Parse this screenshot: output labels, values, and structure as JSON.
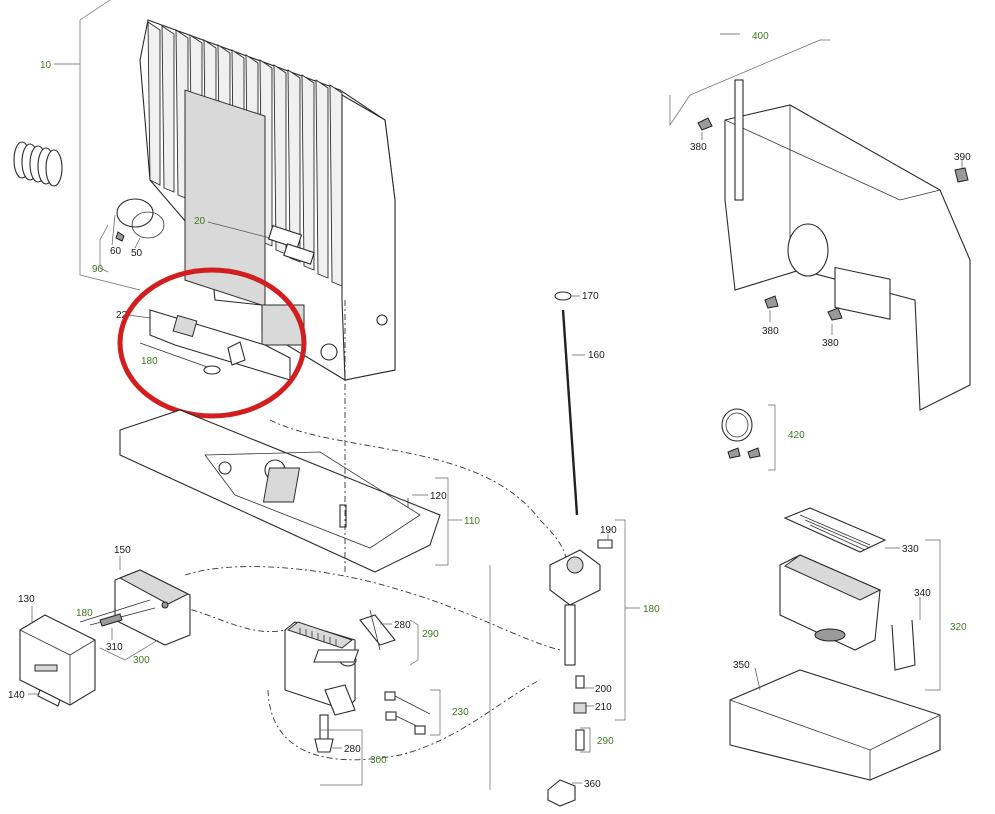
{
  "labels": {
    "p10": "10",
    "p20": "20",
    "p22": "22",
    "p50": "50",
    "p60": "60",
    "p90": "90",
    "p110": "110",
    "p120": "120",
    "p130": "130",
    "p140": "140",
    "p150": "150",
    "p160": "160",
    "p170": "170",
    "p180_heater": "180",
    "p180_sub": "180",
    "p180_valve": "180",
    "p190": "190",
    "p200": "200",
    "p210": "210",
    "p230": "230",
    "p280_a": "280",
    "p280_b": "280",
    "p290_a": "290",
    "p290_b": "290",
    "p300_a": "300",
    "p300_b": "300",
    "p310": "310",
    "p320": "320",
    "p330": "330",
    "p340": "340",
    "p350": "350",
    "p360": "360",
    "p380_a": "380",
    "p380_b": "380",
    "p380_c": "380",
    "p390": "390",
    "p400": "400",
    "p420": "420"
  },
  "colors": {
    "highlight_circle": "#d11f1f",
    "green_label": "#3d7a1f",
    "line": "#2b2b2b"
  }
}
